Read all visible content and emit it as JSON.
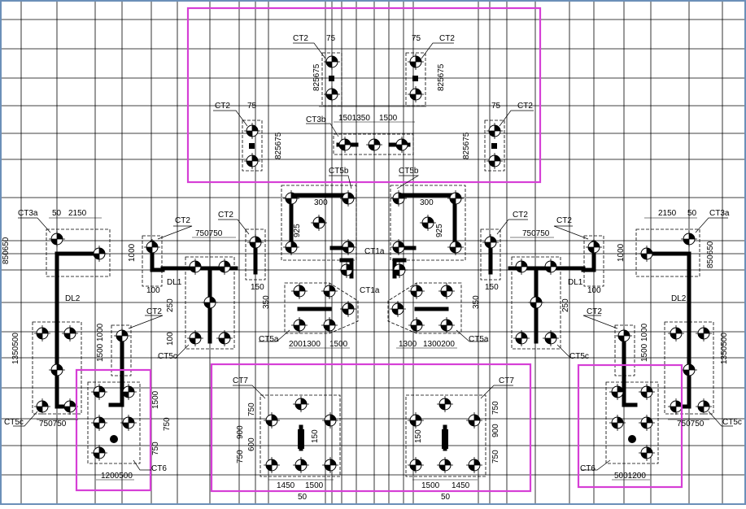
{
  "labels": {
    "ct2": "CT2",
    "ct3a": "CT3a",
    "ct3b": "CT3b",
    "ct5a": "CT5a",
    "ct5b": "CT5b",
    "ct5c": "CT5c",
    "ct6": "CT6",
    "ct7": "CT7",
    "ct1a": "CT1a",
    "dl1": "DL1",
    "dl2": "DL2"
  },
  "dims": {
    "d75": "75",
    "d825675": "825675",
    "d1501350": "1501350",
    "d1500": "1500",
    "d300": "300",
    "d925": "925",
    "d50": "50",
    "d2150": "2150",
    "d850650": "850650",
    "d1000": "1000",
    "d750750": "750750",
    "d100": "100",
    "d150": "150",
    "d250": "250",
    "d1350500": "1350500",
    "d350": "350",
    "d2001300": "2001300",
    "d1300200": "1300200",
    "d1300": "1300",
    "d750": "750",
    "d900": "900",
    "d600": "600",
    "d1450": "1450",
    "d1200": "1200",
    "d500": "500",
    "d1200500": "1200500",
    "d5001200": "5001200"
  },
  "colors": {
    "background": "#ffffff",
    "frame": "#6b8fb8",
    "highlight": "#d63fd6",
    "lines": "#000000"
  }
}
